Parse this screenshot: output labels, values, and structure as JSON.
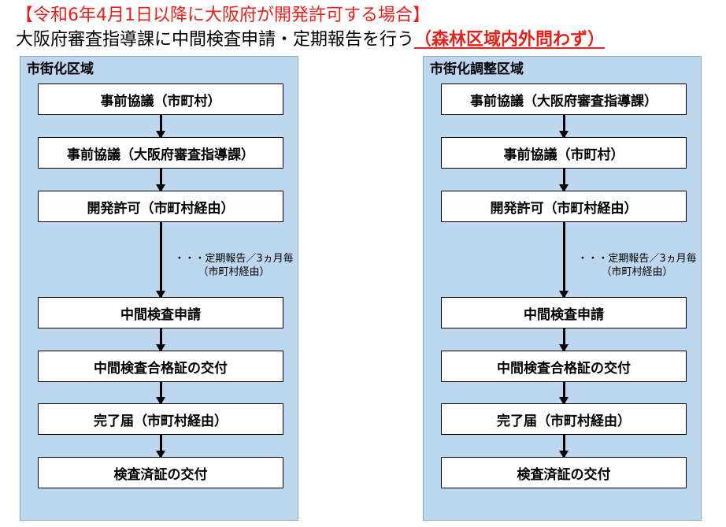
{
  "heading": {
    "line1": "【令和6年4月1日以降に大阪府が開発許可する場合】",
    "line2_main": "大阪府審査指導課に中間検査申請・定期報告を行う",
    "line2_note": "（森林区域内外問わず）"
  },
  "panels": [
    {
      "title": "市街化区域",
      "steps": [
        "事前協議（市町村）",
        "事前協議（大阪府審査指導課）",
        "開発許可（市町村経由）",
        "中間検査申請",
        "中間検査合格証の交付",
        "完了届（市町村経由）",
        "検査済証の交付"
      ],
      "report_line1": "・・・定期報告／3ヵ月毎",
      "report_line2": "（市町村経由）"
    },
    {
      "title": "市街化調整区域",
      "steps": [
        "事前協議（大阪府審査指導課）",
        "事前協議（市町村）",
        "開発許可（市町村経由）",
        "中間検査申請",
        "中間検査合格証の交付",
        "完了届（市町村経由）",
        "検査済証の交付"
      ],
      "report_line1": "・・・定期報告／3ヵ月毎",
      "report_line2": "（市町村経由）"
    }
  ],
  "colors": {
    "panel_bg": "#bdd7ee",
    "accent_red": "#e8211b"
  }
}
